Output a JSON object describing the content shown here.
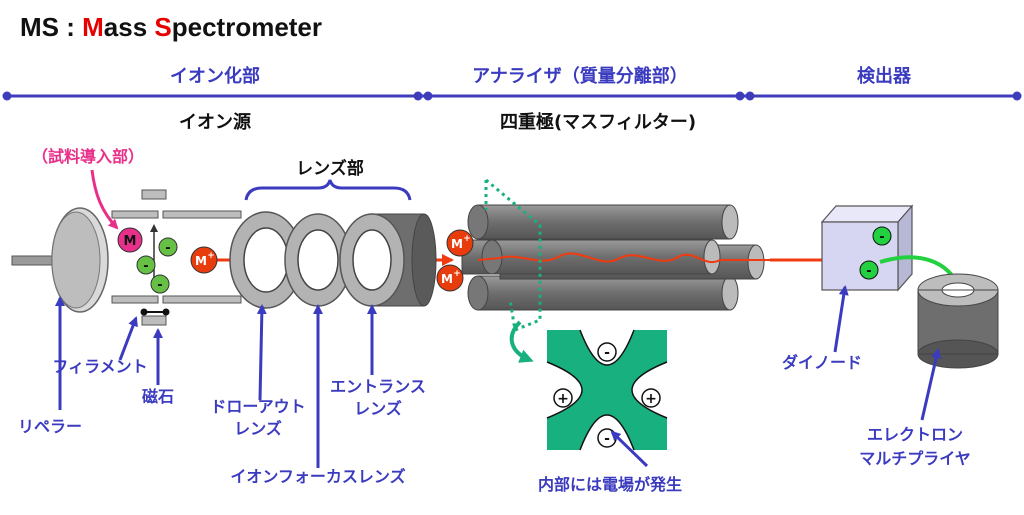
{
  "title": {
    "ms": "MS",
    "colon": " : ",
    "m": "M",
    "ass": "ass ",
    "s": "S",
    "pectrometer": "pectrometer"
  },
  "sections": {
    "ion_source_part": "イオン化部",
    "analyzer": "アナライザ（質量分離部）",
    "detector": "検出器"
  },
  "sub_labels": {
    "ion_source": "イオン源",
    "quadrupole": "四重極(マスフィルター)",
    "sample_inlet": "（試料導入部）",
    "lens_part": "レンズ部"
  },
  "ions": {
    "m": "M",
    "minus": "-",
    "m_plus_base": "M",
    "m_plus_sup": "+"
  },
  "quad_signs": {
    "minus": "-",
    "plus": "+"
  },
  "detector_signs": {
    "minus": "-"
  },
  "callouts": {
    "filament": "フィラメント",
    "magnet": "磁石",
    "repeller": "リペラー",
    "drawout_lens_1": "ドローアウト",
    "drawout_lens_2": "レンズ",
    "entrance_lens_1": "エントランス",
    "entrance_lens_2": "レンズ",
    "focus_lens": "イオンフォーカスレンズ",
    "field_note": "内部には電場が発生",
    "dynode": "ダイノード",
    "multiplier_1": "エレクトロン",
    "multiplier_2": "マルチプライヤ"
  },
  "colors": {
    "section_line": "#3d3dbb",
    "label_text": "#3b3bc0",
    "pink": "#e8308a",
    "ion_red": "#e83c0d",
    "ion_green": "#66c046",
    "quad_green": "#19b07f",
    "rod_gray": "#7a7a7a",
    "title_red": "#e60000",
    "beam": "#f03a10"
  }
}
